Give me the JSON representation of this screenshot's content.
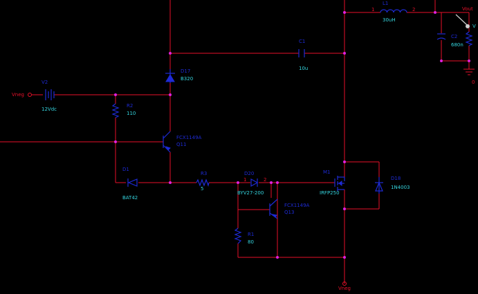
{
  "nets": {
    "vneg_left": "Vneg",
    "vneg_bottom": "Vneg",
    "vout": "Vout",
    "gnd": "0",
    "probe": "V"
  },
  "components": {
    "V2": {
      "ref": "V2",
      "value": "12Vdc"
    },
    "R2": {
      "ref": "R2",
      "value": "110"
    },
    "D17": {
      "ref": "D17",
      "value": "B320"
    },
    "Q11": {
      "ref": "Q11",
      "value": "FCX1149A"
    },
    "D1": {
      "ref": "D1",
      "value": "BAT42"
    },
    "R3": {
      "ref": "R3",
      "value": "5"
    },
    "D20": {
      "ref": "D20",
      "value": "BYV27-200"
    },
    "Q13": {
      "ref": "Q13",
      "value": "FCX1149A"
    },
    "R1": {
      "ref": "R1",
      "value": "80"
    },
    "M1": {
      "ref": "M1",
      "value": "IRFP250"
    },
    "D18": {
      "ref": "D18",
      "value": "1N4003"
    },
    "C1": {
      "ref": "C1",
      "value": "10u"
    },
    "L1": {
      "ref": "L1",
      "value": "30uH"
    },
    "C2": {
      "ref": "C2",
      "value": "680n"
    }
  },
  "pins": {
    "l1_pin1": "1",
    "l1_pin2": "2",
    "d20_pin1": "1",
    "d20_pin2": "2"
  }
}
